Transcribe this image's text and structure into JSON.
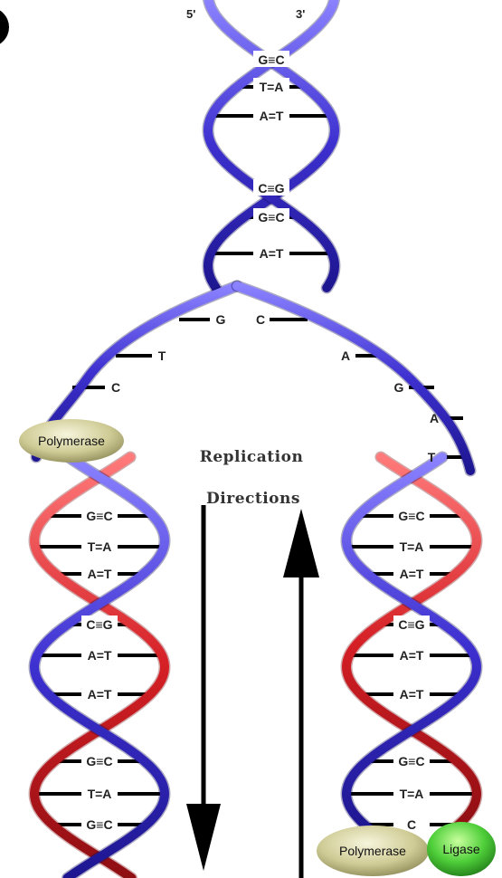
{
  "strand_labels": {
    "five_prime": "5'",
    "three_prime": "3'"
  },
  "title": {
    "line1": "Replication",
    "line2": "Directions"
  },
  "enzymes": {
    "polymerase_left": "Polymerase",
    "polymerase_right": "Polymerase",
    "ligase": "Ligase"
  },
  "colors": {
    "parent_strand": "#4b3fd8",
    "new_strand": "#d8262b",
    "polymerase_fill": "#d2cf9e",
    "ligase_fill": "#4cc43a",
    "arrow": "#000000"
  },
  "parent_pairs": [
    "G≡C",
    "T=A",
    "A=T",
    "C≡G",
    "G≡C",
    "A=T"
  ],
  "fork": {
    "left_bases": [
      "G",
      "T",
      "C"
    ],
    "right_bases": [
      "C",
      "A",
      "G",
      "A",
      "T"
    ]
  },
  "left_daughter_pairs": [
    "G≡C",
    "T=A",
    "A=T",
    "C≡G",
    "A=T",
    "A=T",
    "G≡C",
    "T=A",
    "G≡C"
  ],
  "right_daughter_pairs": [
    "G≡C",
    "T=A",
    "A=T",
    "C≡G",
    "A=T",
    "A=T",
    "G≡C",
    "T=A",
    "C"
  ]
}
